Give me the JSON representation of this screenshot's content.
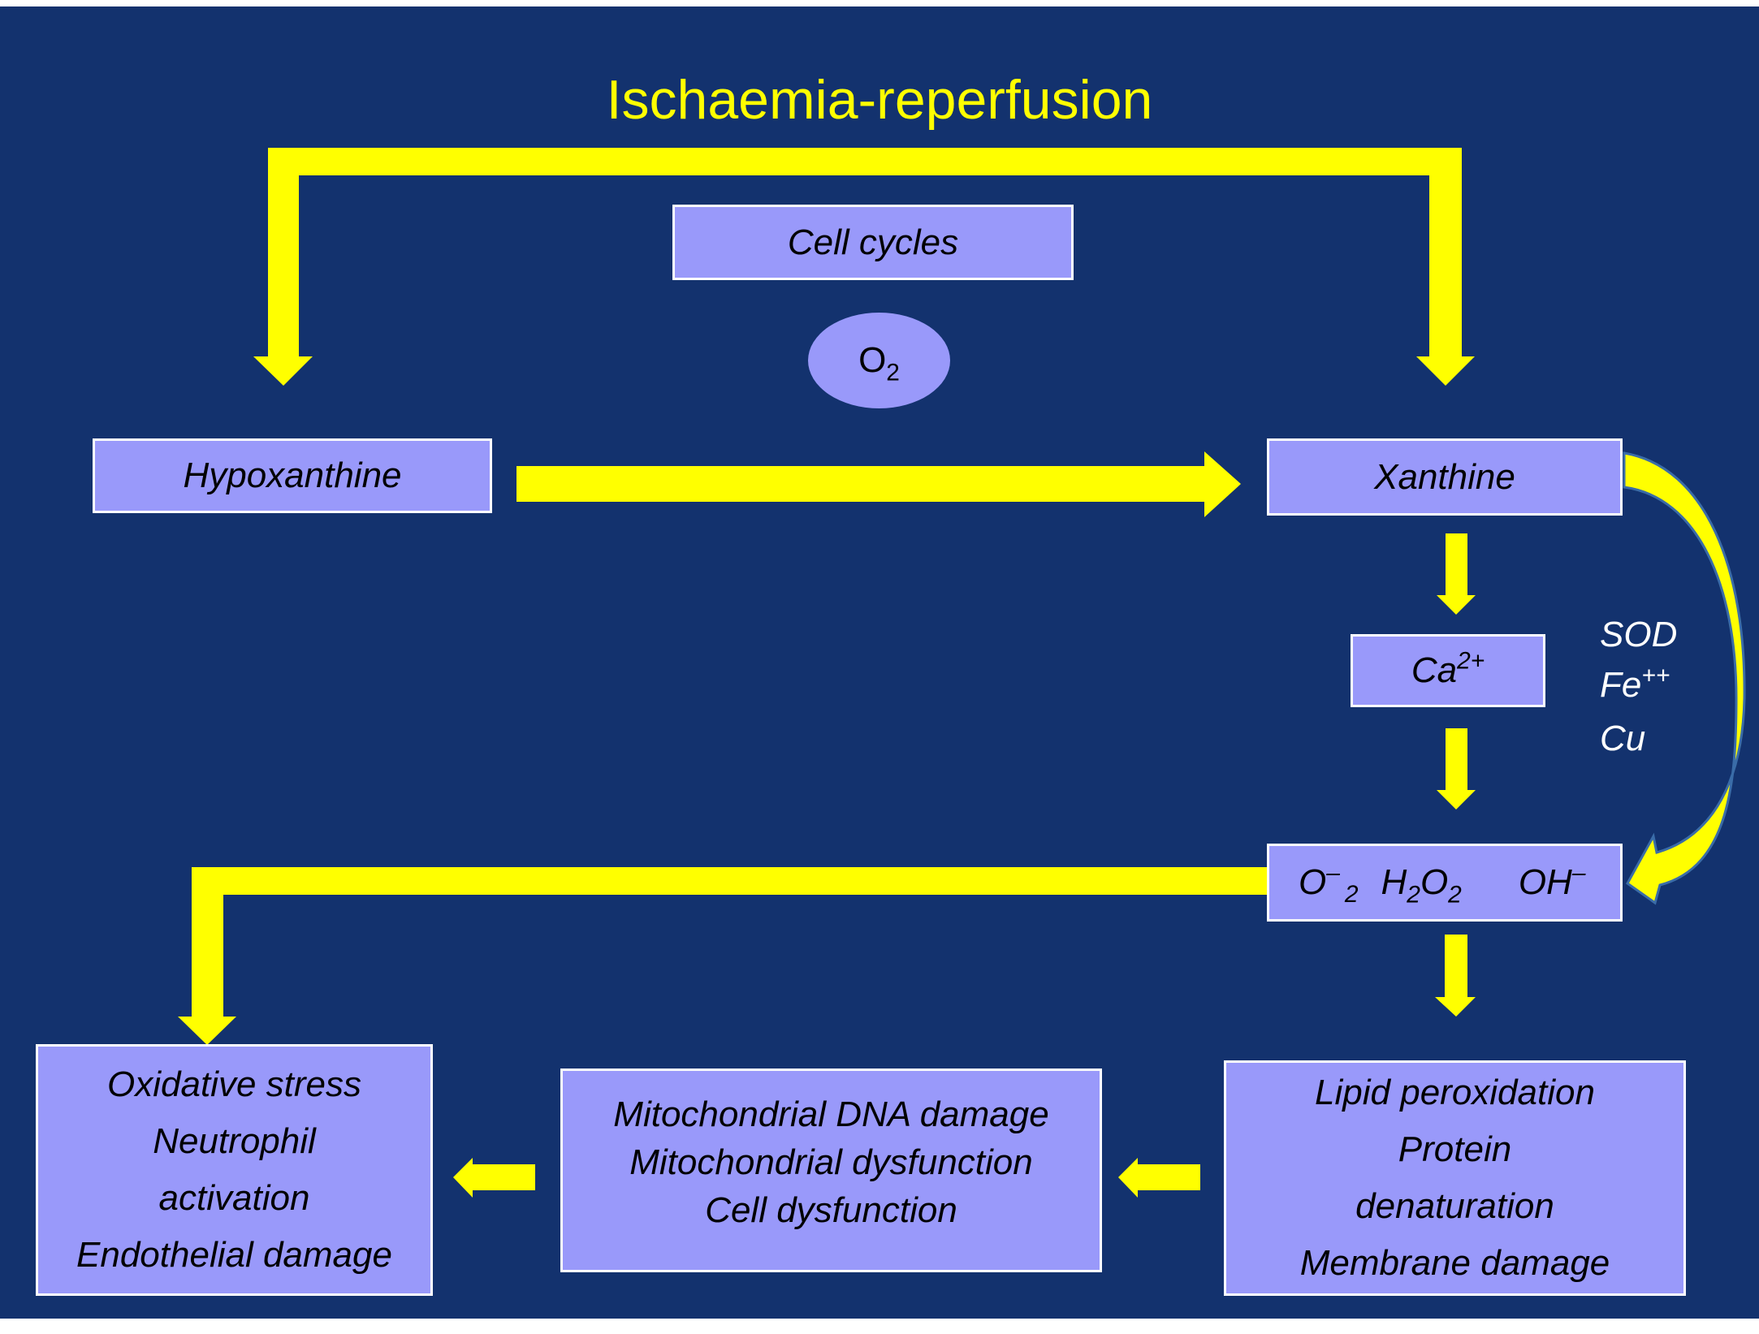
{
  "title": "Ischaemia-reperfusion",
  "colors": {
    "background": "#13326E",
    "box_fill": "#9999FA",
    "box_border": "#FFFFFF",
    "arrow": "#FFFF00",
    "title_text": "#FFFF00",
    "side_text": "#FFFFFF"
  },
  "nodes": {
    "cell_cycles": "Cell cycles",
    "oxygen": {
      "base": "O",
      "sub": "2"
    },
    "hypoxanthine": "Hypoxanthine",
    "xanthine": "Xanthine",
    "calcium": {
      "base": "Ca",
      "sup": "2+"
    },
    "ros": {
      "superoxide": {
        "base": "O",
        "sup": "–",
        "sub": "2"
      },
      "peroxide": {
        "h": "H",
        "h_sub": "2",
        "o": "O",
        "o_sub": "2"
      },
      "hydroxyl": {
        "base": "OH",
        "sup": "–"
      }
    },
    "lipid_box": [
      "Lipid peroxidation",
      "Protein",
      "denaturation",
      "Membrane damage"
    ],
    "mito_box": [
      "Mitochondrial DNA damage",
      "Mitochondrial dysfunction",
      "Cell dysfunction"
    ],
    "oxidative_box": [
      "Oxidative stress",
      "Neutrophil",
      "activation",
      "Endothelial damage"
    ]
  },
  "catalysts": {
    "sod": "SOD",
    "iron": {
      "base": "Fe",
      "sup": "++"
    },
    "copper": "Cu"
  },
  "edges": [
    {
      "from": "ischaemia-reperfusion",
      "to": "hypoxanthine"
    },
    {
      "from": "ischaemia-reperfusion",
      "to": "xanthine"
    },
    {
      "from": "hypoxanthine",
      "to": "xanthine"
    },
    {
      "from": "xanthine",
      "to": "calcium"
    },
    {
      "from": "calcium",
      "to": "ros"
    },
    {
      "from": "xanthine",
      "to": "ros",
      "label": "SOD, Fe++, Cu"
    },
    {
      "from": "ros",
      "to": "lipid_box"
    },
    {
      "from": "ros",
      "to": "oxidative_box"
    },
    {
      "from": "lipid_box",
      "to": "mito_box"
    },
    {
      "from": "mito_box",
      "to": "oxidative_box"
    }
  ]
}
